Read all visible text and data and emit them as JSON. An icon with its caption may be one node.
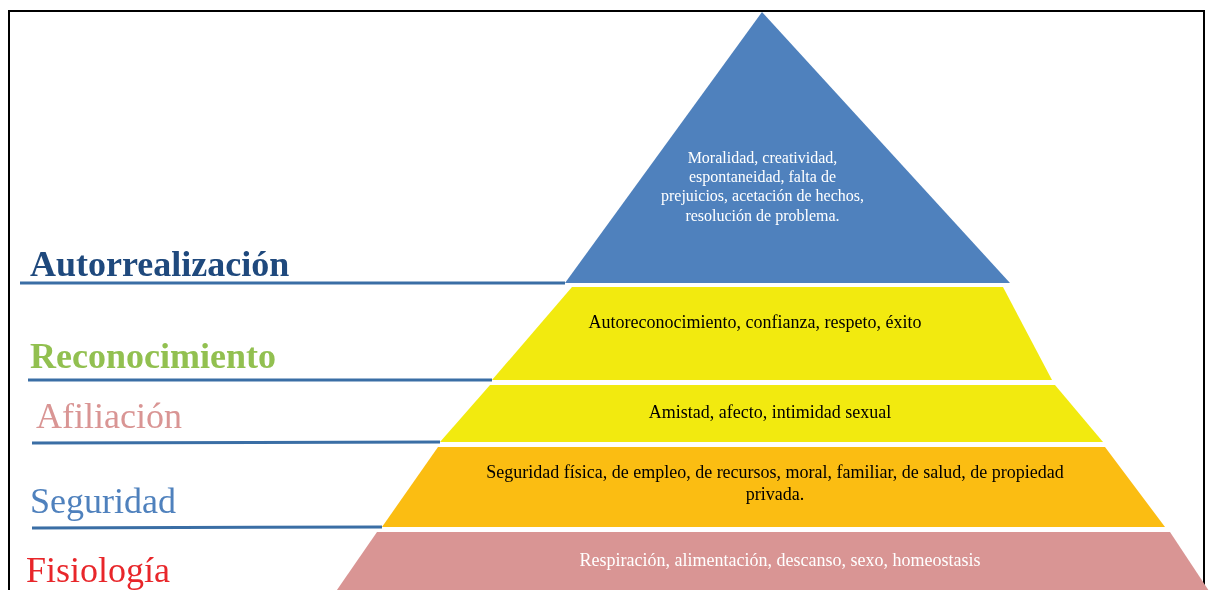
{
  "diagram": {
    "nodes": [
      {
        "text": [
          "Autorrealización"
        ]
      },
      {
        "text": [
          "Moralidad, creatividad, espontaneidad, falta de prejuicios, acetación de hechos, resolución de problema."
        ]
      },
      {
        "text": [
          "Reconocimiento"
        ]
      },
      {
        "text": [
          "Autoreconocimiento, confianza, respeto, éxito"
        ]
      },
      {
        "text": [
          "Afiliación"
        ]
      },
      {
        "text": [
          "Amistad, afecto, intimidad sexual"
        ]
      },
      {
        "text": [
          "Seguridad"
        ]
      },
      {
        "text": [
          "Seguridad física, de empleo, de recursos, moral, familiar, de salud, de propiedad privada."
        ]
      },
      {
        "text": [
          "Respiración, alimentación, descanso, sexo, homeostasis"
        ]
      }
    ],
    "edges": [
      {
        "from": 0,
        "to": 1,
        "arrow": "none"
      },
      {
        "from": 2,
        "to": 3,
        "arrow": "none"
      },
      {
        "from": 4,
        "to": 5,
        "arrow": "none"
      },
      {
        "from": 6,
        "to": 7,
        "arrow": "none"
      }
    ],
    "labels": [
      "Fisiología"
    ]
  }
}
